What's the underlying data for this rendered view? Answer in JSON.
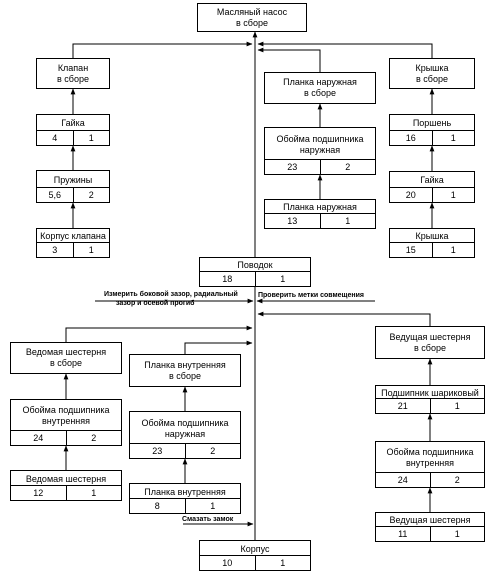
{
  "top": {
    "title_l1": "Масляный насос",
    "title_l2": "в сборе"
  },
  "valve_asm": {
    "title_l1": "Клапан",
    "title_l2": "в сборе"
  },
  "nut1": {
    "name": "Гайка",
    "pos": "4",
    "qty": "1"
  },
  "springs": {
    "name": "Пружины",
    "pos": "5,6",
    "qty": "2"
  },
  "valve_body": {
    "name": "Корпус клапана",
    "pos": "3",
    "qty": "1"
  },
  "outer_bar_asm": {
    "title_l1": "Планка наружная",
    "title_l2": "в сборе"
  },
  "outer_cage": {
    "title_l1": "Обойма подшипника",
    "title_l2": "наружная",
    "pos": "23",
    "qty": "2"
  },
  "outer_bar": {
    "name": "Планка наружная",
    "pos": "13",
    "qty": "1"
  },
  "cover_asm": {
    "title_l1": "Крышка",
    "title_l2": "в сборе"
  },
  "piston": {
    "name": "Поршень",
    "pos": "16",
    "qty": "1"
  },
  "nut2": {
    "name": "Гайка",
    "pos": "20",
    "qty": "1"
  },
  "cover": {
    "name": "Крышка",
    "pos": "15",
    "qty": "1"
  },
  "leash": {
    "name": "Поводок",
    "pos": "18",
    "qty": "1"
  },
  "notes": {
    "measure_l1": "Измерить боковой зазор, радиальный",
    "measure_l2": "зазор и осевой прогиб",
    "check_marks": "Проверить метки совмещения",
    "lock": "Смазать замок"
  },
  "driven_asm": {
    "title_l1": "Ведомая шестерня",
    "title_l2": "в сборе"
  },
  "inner_cage": {
    "title_l1": "Обойма подшипника",
    "title_l2": "внутренняя",
    "pos": "24",
    "qty": "2"
  },
  "driven_gear": {
    "name": "Ведомая шестерня",
    "pos": "12",
    "qty": "1"
  },
  "inner_bar_asm": {
    "title_l1": "Планка внутренняя",
    "title_l2": "в сборе"
  },
  "outer_cage2": {
    "title_l1": "Обойма подшипника",
    "title_l2": "наружная",
    "pos": "23",
    "qty": "2"
  },
  "inner_bar": {
    "name": "Планка внутренняя",
    "pos": "8",
    "qty": "1"
  },
  "drive_asm": {
    "title_l1": "Ведущая шестерня",
    "title_l2": "в сборе"
  },
  "ball_bearing": {
    "name": "Подшипник шариковый",
    "pos": "21",
    "qty": "1"
  },
  "inner_cage2": {
    "title_l1": "Обойма подшипника",
    "title_l2": "внутренняя",
    "pos": "24",
    "qty": "2"
  },
  "drive_gear": {
    "name": "Ведущая шестерня",
    "pos": "11",
    "qty": "1"
  },
  "housing": {
    "name": "Корпус",
    "pos": "10",
    "qty": "1"
  }
}
